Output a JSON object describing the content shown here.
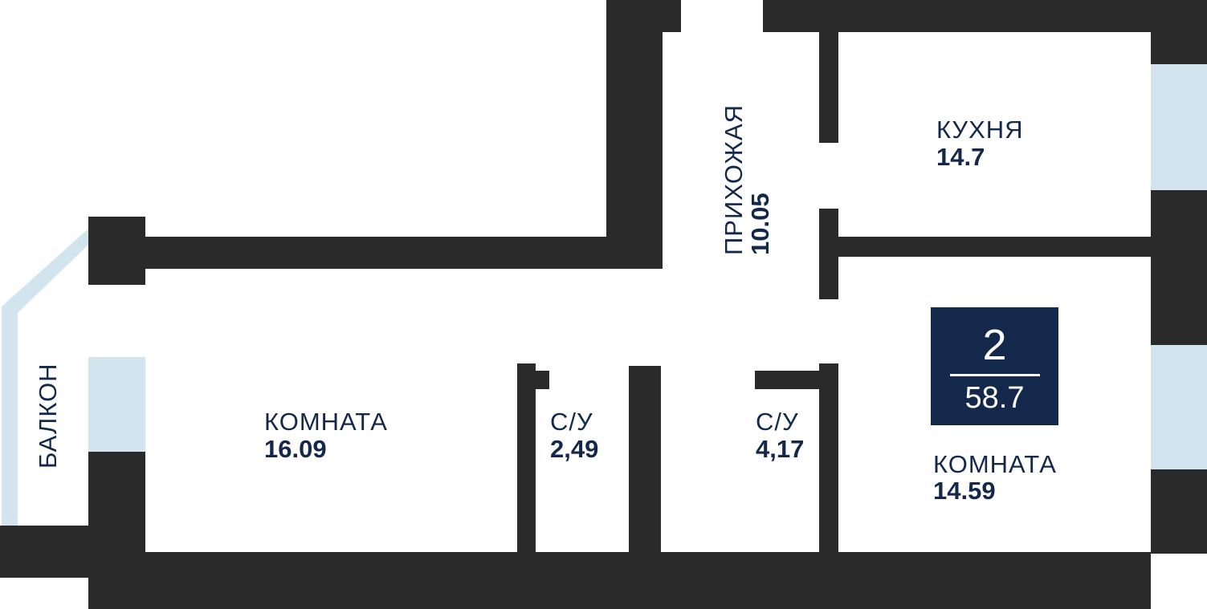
{
  "plan": {
    "rooms_count": "2",
    "total_area": "58.7",
    "rooms": [
      {
        "name": "КУХНЯ",
        "area": "14.7"
      },
      {
        "name": "ПРИХОЖАЯ",
        "area": "10.05"
      },
      {
        "name": "КОМНАТА",
        "area": "16.09"
      },
      {
        "name": "С/У",
        "area": "2,49"
      },
      {
        "name": "С/У",
        "area": "4,17"
      },
      {
        "name": "КОМНАТА",
        "area": "14.59"
      },
      {
        "name": "БАЛКОН"
      }
    ]
  },
  "colors": {
    "wall": "#2a2a2a",
    "glass": "#d2e5ee",
    "accent": "#13284b"
  }
}
